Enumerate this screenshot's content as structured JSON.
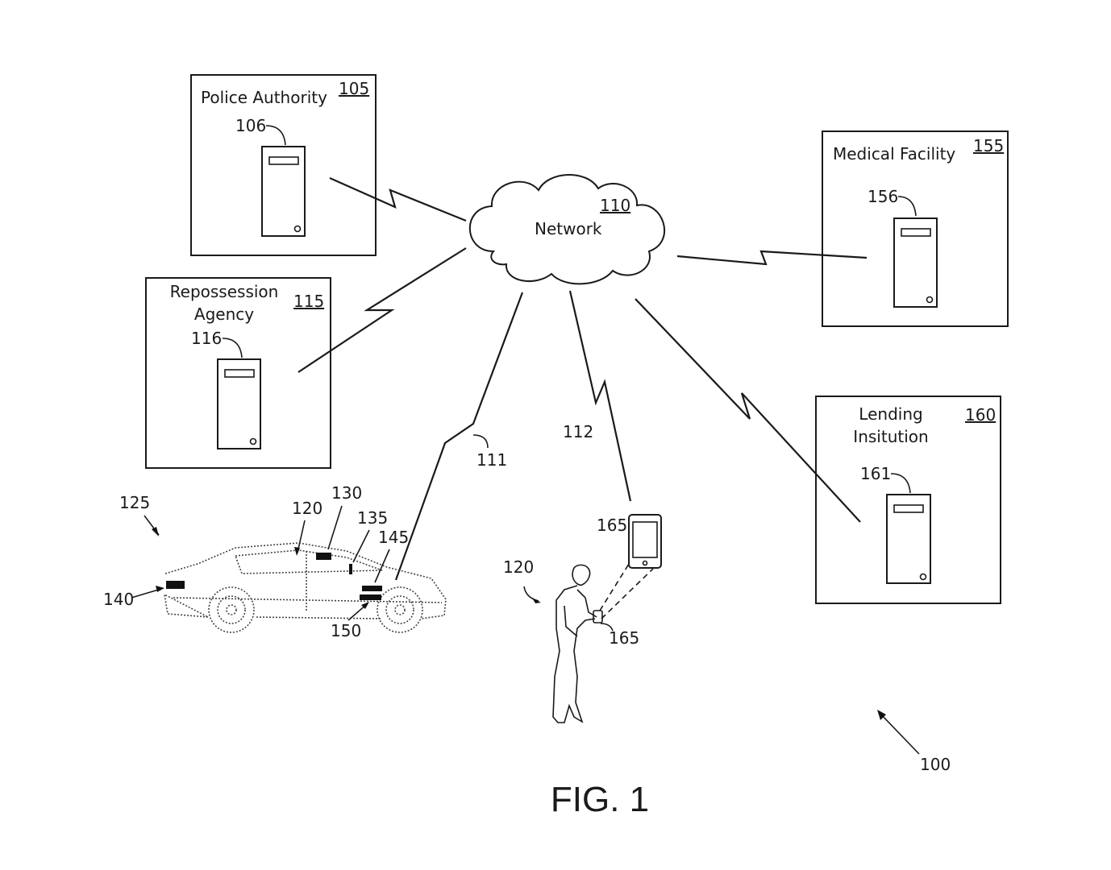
{
  "nodes": {
    "police": {
      "title": "Police Authority",
      "ref": "105",
      "server_ref": "106"
    },
    "repossession": {
      "title_line1": "Repossession",
      "title_line2": "Agency",
      "ref": "115",
      "server_ref": "116"
    },
    "network": {
      "title": "Network",
      "ref": "110"
    },
    "medical": {
      "title": "Medical Facility",
      "ref": "155",
      "server_ref": "156"
    },
    "lending": {
      "title_line1": "Lending",
      "title_line2": "Insitution",
      "ref": "160",
      "server_ref": "161"
    }
  },
  "links": {
    "vehicle": "111",
    "mobile": "112"
  },
  "vehicle": {
    "ref": "125",
    "driver_ref": "120",
    "part_130": "130",
    "part_135": "135",
    "part_145": "145",
    "part_140": "140",
    "part_150": "150"
  },
  "person": {
    "ref": "120",
    "device_top_ref": "165",
    "device_hand_ref": "165"
  },
  "system_ref": "100",
  "figure_label": "FIG. 1"
}
